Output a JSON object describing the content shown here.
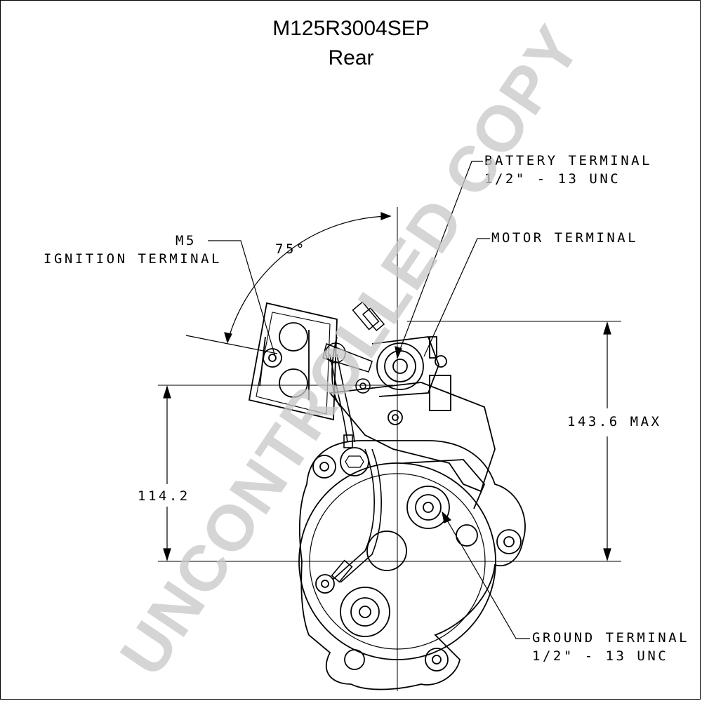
{
  "title": "M125R3004SEP",
  "subtitle": "Rear",
  "labels": {
    "battery_line1": "BATTERY TERMINAL",
    "battery_line2": "1/2\" - 13 UNC",
    "motor": "MOTOR TERMINAL",
    "ignition_line1": "M5",
    "ignition_line2": "IGNITION TERMINAL",
    "ground_line1": "GROUND TERMINAL",
    "ground_line2": "1/2\" - 13 UNC"
  },
  "dimensions": {
    "angle": "75°",
    "height_max": "143.6 MAX",
    "height_axis": "114.2"
  },
  "watermark": "UNCONTROLLED COPY",
  "colors": {
    "line": "#000000",
    "watermark": "#c8c8c8"
  }
}
